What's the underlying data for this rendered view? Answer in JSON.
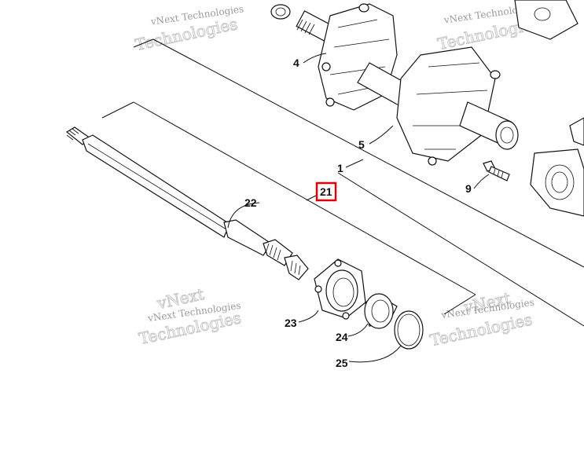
{
  "callouts": {
    "c1": "1",
    "c4": "4",
    "c5": "5",
    "c9": "9",
    "c21": "21",
    "c22": "22",
    "c23": "23",
    "c24": "24",
    "c25": "25"
  },
  "watermark": {
    "line1": "vNext Technologies",
    "line2": "Technologies",
    "line2_alt": "vNext"
  },
  "colors": {
    "highlight": "#e00000",
    "ink": "#111111",
    "watermark": "#9a9a9a"
  }
}
